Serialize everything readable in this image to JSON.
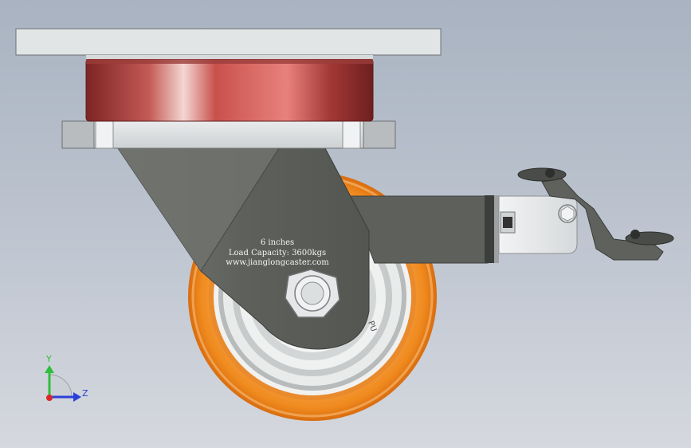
{
  "engraving": {
    "line1": "6 inches",
    "line2": "Load Capacity: 3600kgs",
    "line3": "www.jianglongcaster.com"
  },
  "wheel_text": "PU",
  "triad": {
    "y_label": "Y",
    "z_label": "Z",
    "y_color": "#2fbf3a",
    "z_color": "#2b3fd8",
    "origin_color": "#d8262a"
  },
  "colors": {
    "top_plate": "#e1e4e5",
    "bearing_red": "#b83a3a",
    "bracket": "#5d5f5c",
    "wheel_orange": "#f08a1c",
    "hub_white": "#eceeee"
  }
}
